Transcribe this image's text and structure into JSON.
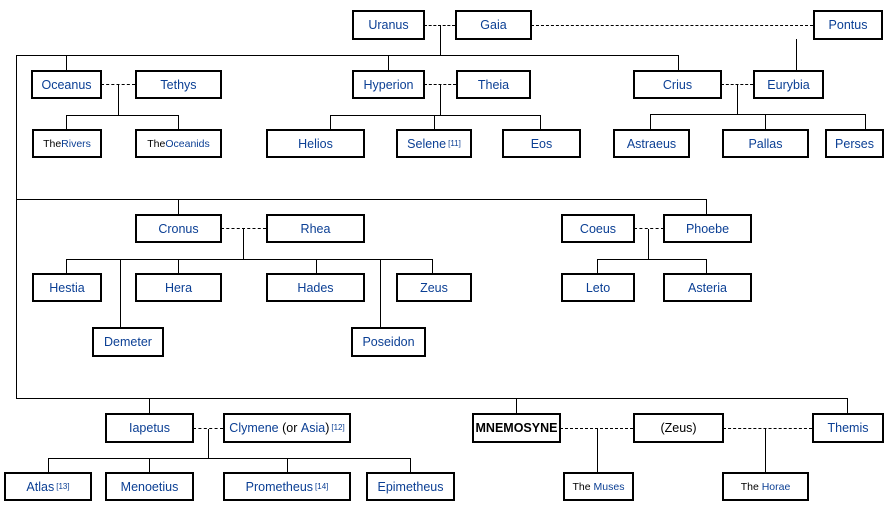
{
  "nodes": {
    "uranus": {
      "label": "Uranus"
    },
    "gaia": {
      "label": "Gaia"
    },
    "pontus": {
      "label": "Pontus"
    },
    "oceanus": {
      "label": "Oceanus"
    },
    "tethys": {
      "label": "Tethys"
    },
    "hyperion": {
      "label": "Hyperion"
    },
    "theia": {
      "label": "Theia"
    },
    "crius": {
      "label": "Crius"
    },
    "eurybia": {
      "label": "Eurybia"
    },
    "rivers": {
      "pre": "The ",
      "label": "Rivers"
    },
    "oceanids": {
      "pre": "The ",
      "label": "Oceanids"
    },
    "helios": {
      "label": "Helios"
    },
    "selene": {
      "label": "Selene",
      "sup": "[11]"
    },
    "eos": {
      "label": "Eos"
    },
    "astraeus": {
      "label": "Astraeus"
    },
    "pallas": {
      "label": "Pallas"
    },
    "perses": {
      "label": "Perses"
    },
    "cronus": {
      "label": "Cronus"
    },
    "rhea": {
      "label": "Rhea"
    },
    "coeus": {
      "label": "Coeus"
    },
    "phoebe": {
      "label": "Phoebe"
    },
    "hestia": {
      "label": "Hestia"
    },
    "hera": {
      "label": "Hera"
    },
    "hades": {
      "label": "Hades"
    },
    "zeus": {
      "label": "Zeus"
    },
    "demeter": {
      "label": "Demeter"
    },
    "poseidon": {
      "label": "Poseidon"
    },
    "leto": {
      "label": "Leto"
    },
    "asteria": {
      "label": "Asteria"
    },
    "iapetus": {
      "label": "Iapetus"
    },
    "clymene": {
      "label": "Clymene",
      "mid": " (or ",
      "alt": "Asia",
      "post": ")",
      "sup": "[12]"
    },
    "mnemosyne": {
      "label": "MNEMOSYNE"
    },
    "zeus2": {
      "label": "(Zeus)"
    },
    "themis": {
      "label": "Themis"
    },
    "atlas": {
      "label": "Atlas",
      "sup": "[13]"
    },
    "menoetius": {
      "label": "Menoetius"
    },
    "prometheus": {
      "label": "Prometheus",
      "sup": "[14]"
    },
    "epimetheus": {
      "label": "Epimetheus"
    },
    "muses": {
      "pre": "The ",
      "label": "Muses"
    },
    "horae": {
      "pre": "The ",
      "label": "Horae"
    }
  }
}
